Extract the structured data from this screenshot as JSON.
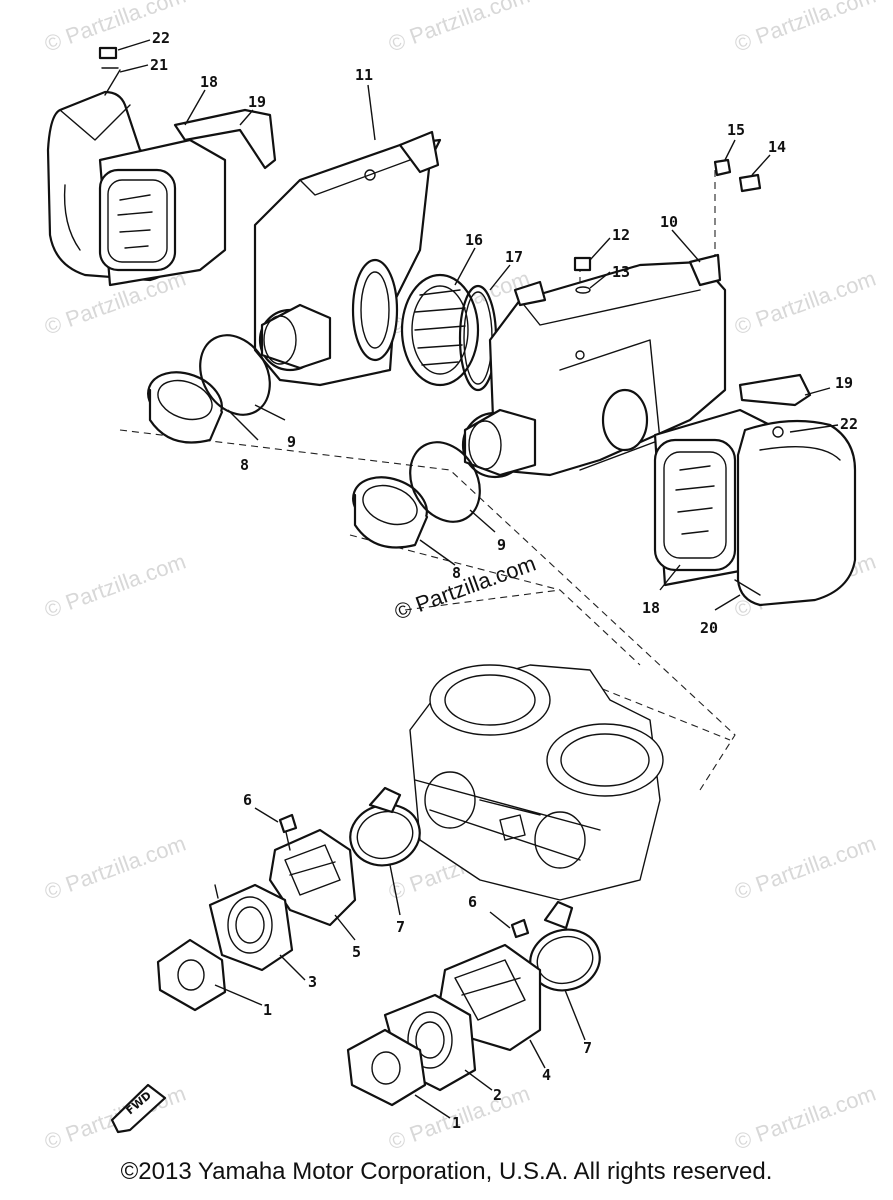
{
  "watermark": "© Partzilla.com",
  "center_watermark": "© Partzilla.com",
  "fwd_label": "FWD",
  "copyright": "©2013  Yamaha Motor Corporation, U.S.A. All rights reserved.",
  "callouts": {
    "c22a": "22",
    "c21": "21",
    "c18a": "18",
    "c19a": "19",
    "c11": "11",
    "c15": "15",
    "c14": "14",
    "c16": "16",
    "c17": "17",
    "c12": "12",
    "c13": "13",
    "c10": "10",
    "c19b": "19",
    "c22b": "22",
    "c9a": "9",
    "c8a": "8",
    "c9b": "9",
    "c8b": "8",
    "c18b": "18",
    "c20": "20",
    "c6a": "6",
    "c5": "5",
    "c7a": "7",
    "c3": "3",
    "c1a": "1",
    "c6b": "6",
    "c7b": "7",
    "c4": "4",
    "c2": "2",
    "c1b": "1"
  }
}
